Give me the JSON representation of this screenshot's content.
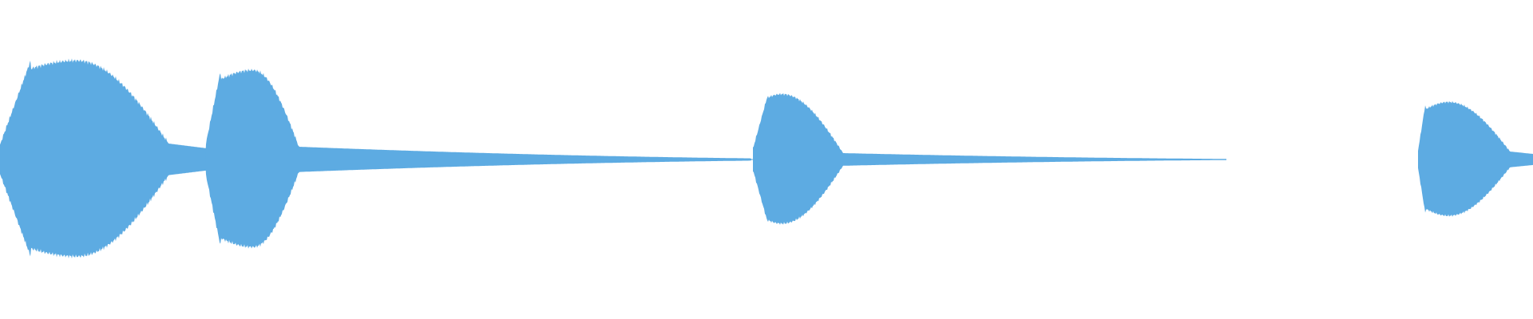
{
  "waveform": {
    "color": "#5dabe2",
    "background": "#ffffff",
    "segments": [
      {
        "start": 0.0,
        "end": 0.135,
        "peak": 0.62,
        "rise": 0.02,
        "attack_end": 0.05,
        "decay_end": 0.11,
        "tail": 0.1
      },
      {
        "start": 0.134,
        "end": 0.49,
        "peak": 0.56,
        "rise": 0.01,
        "attack_end": 0.165,
        "decay_end": 0.195,
        "tail": 0.08,
        "tail_fade": 0.3
      },
      {
        "start": 0.491,
        "end": 0.8,
        "peak": 0.41,
        "rise": 0.01,
        "attack_end": 0.51,
        "decay_end": 0.55,
        "tail": 0.04,
        "tail_fade": 0.3
      },
      {
        "start": 0.925,
        "end": 1.0,
        "peak": 0.36,
        "rise": 0.005,
        "attack_end": 0.945,
        "decay_end": 0.985,
        "tail": 0.05
      }
    ]
  }
}
